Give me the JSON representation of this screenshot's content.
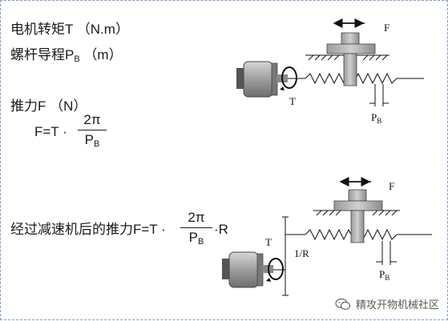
{
  "top": {
    "line1": "电机转矩T （N.m）",
    "line2_prefix": "螺杆导程P",
    "line2_sub": "B",
    "line2_suffix": "（m）",
    "line3": "推力F （N）",
    "formula_lhs": "F=T ·",
    "formula_num": "2π",
    "formula_den": "P",
    "formula_den_sub": "B"
  },
  "bottom": {
    "text_prefix": "经过减速机后的推力F=T ·",
    "formula_num": "2π",
    "formula_den": "P",
    "formula_den_sub": "B",
    "formula_suffix": "·R"
  },
  "diagram1": {
    "force": "F",
    "torque": "T",
    "pitch": "P",
    "pitch_sub": "B"
  },
  "diagram2": {
    "force": "F",
    "torque": "T",
    "ratio": "1/R",
    "pitch": "P",
    "pitch_sub": "B"
  },
  "watermark": {
    "text": "精攻开物机械社区",
    "icon": "wechat-icon"
  },
  "colors": {
    "frame_border": "#7a9cc8",
    "motor_gray": "#a8a8a8",
    "nut_gray": "#bdbdbd"
  }
}
